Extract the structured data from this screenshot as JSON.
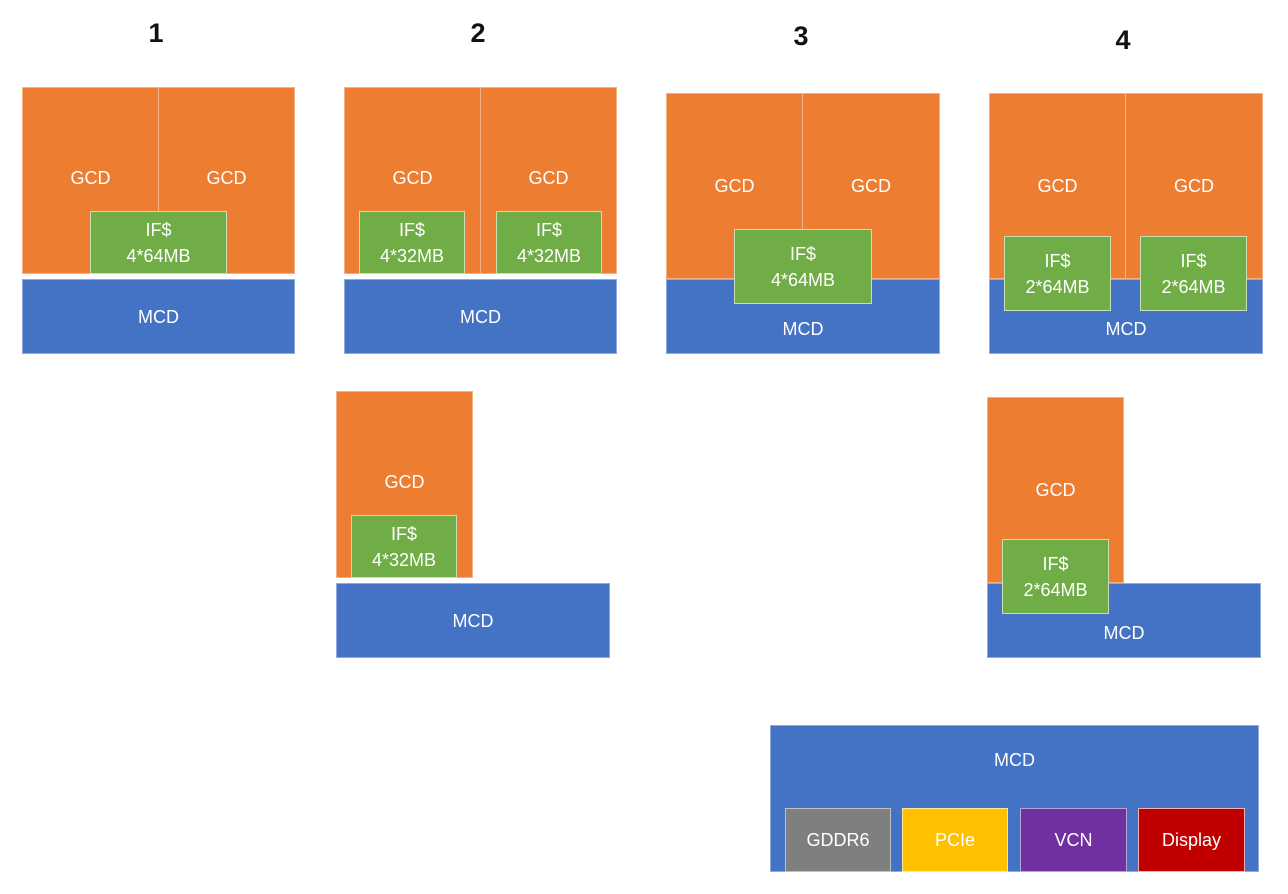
{
  "labels": {
    "n1": "1",
    "n2": "2",
    "n3": "3",
    "n4": "4"
  },
  "blocks": {
    "gcd": "GCD",
    "mcd": "MCD",
    "ifc": "IF$",
    "cap_4x64": "4*64MB",
    "cap_4x32": "4*32MB",
    "cap_2x64": "2*64MB"
  },
  "mcd_detail": {
    "title": "MCD",
    "gddr": "GDDR6",
    "pcie": "PCIe",
    "vcn": "VCN",
    "display": "Display"
  },
  "colors": {
    "gcd": "#ED7D31",
    "mcd": "#4472C4",
    "infinity_cache": "#70AD47",
    "gddr": "#7F7F7F",
    "pcie": "#FFC000",
    "vcn": "#7030A0",
    "display": "#C00000"
  }
}
